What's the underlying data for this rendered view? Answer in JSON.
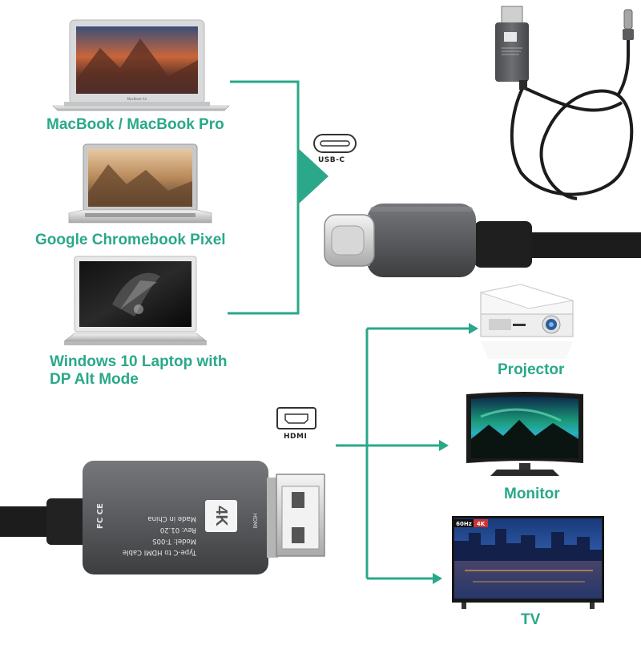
{
  "sources": {
    "macbook_label": "MacBook / MacBook Pro",
    "chromebook_label": "Google Chromebook Pixel",
    "windows_label_line1": "Windows 10 Laptop with",
    "windows_label_line2": "DP Alt Mode",
    "macbook_screen_text": "MacBook Air"
  },
  "connectors": {
    "usbc_label": "USB-C",
    "hdmi_label": "HDMI",
    "plug_badge": "4K",
    "plug_port_text": "HDMI",
    "plug_print_lines": [
      "Type-C to HDMI Cable",
      "Model: T-00S",
      "Rev: 01.20",
      "Made in China"
    ],
    "plug_cert_marks": "FC CE"
  },
  "outputs": {
    "projector_label": "Projector",
    "monitor_label": "Monitor",
    "tv_label": "TV",
    "tv_badge_60": "60Hz",
    "tv_badge_4k": "4K"
  },
  "colors": {
    "accent": "#2aa889",
    "cable": "#1c1c1c",
    "plug_body": "#58595c"
  }
}
